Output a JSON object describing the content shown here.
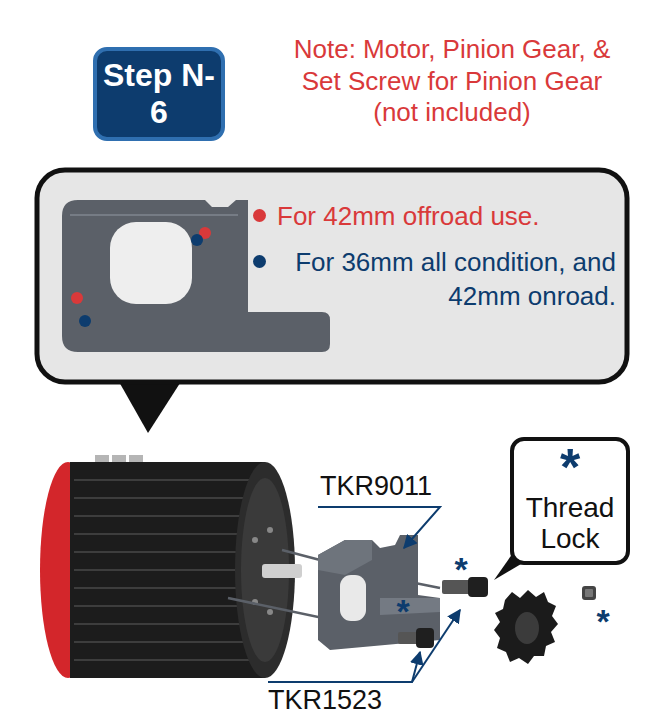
{
  "diagram": {
    "nodes": [
      {
        "text": [
          "Step N-6"
        ]
      },
      {
        "text": [
          "*",
          "Thread Lock"
        ]
      }
    ],
    "labels": [
      "Note: Motor, Pinion Gear, & Set Screw for Pinion Gear  (not included)",
      "TKR9011",
      "*",
      "*",
      "*",
      "TKR1523"
    ],
    "legend": [
      {
        "text": "For 42mm offroad use.",
        "color": "#d9393a"
      },
      {
        "text": "For 36mm all condition, and 42mm onroad.",
        "color": "#0d3c6e"
      }
    ]
  }
}
